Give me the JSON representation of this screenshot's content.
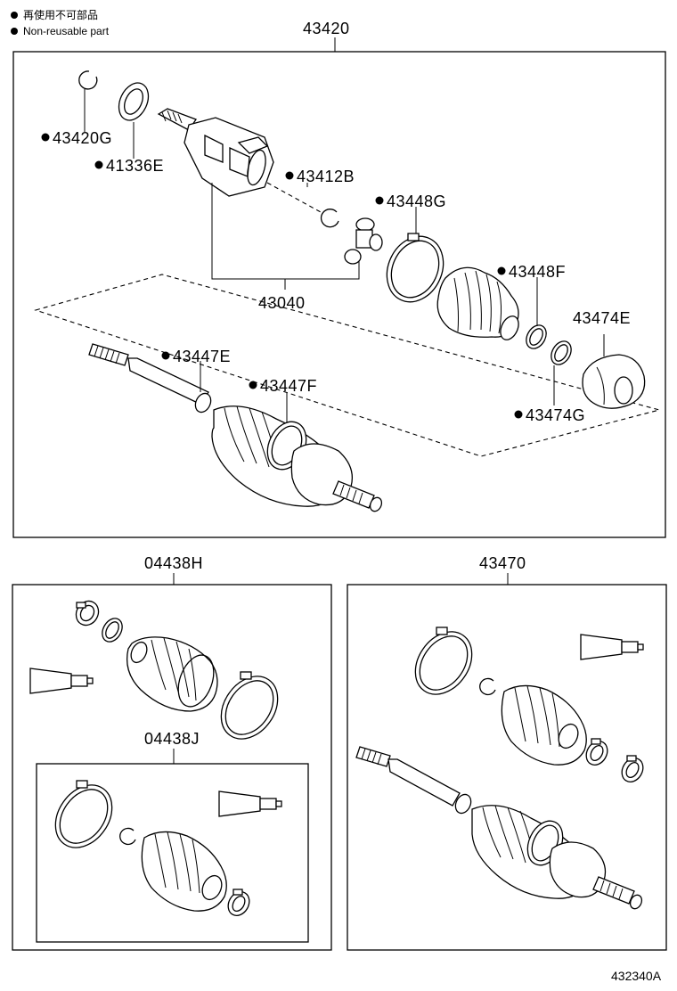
{
  "legend": {
    "line_cn": "再使用不可部品",
    "line_en": "Non-reusable part",
    "bullet_icon": "filled-circle-icon"
  },
  "groups": {
    "top": "43420",
    "bottom_left": "04438H",
    "bottom_left_inner": "04438J",
    "bottom_right": "43470"
  },
  "parts": {
    "p43420G": "43420G",
    "p41336E": "41336E",
    "p43412B": "43412B",
    "p43448G": "43448G",
    "p43040": "43040",
    "p43448F": "43448F",
    "p43474E": "43474E",
    "p43447E": "43447E",
    "p43447F": "43447F",
    "p43474G": "43474G"
  },
  "footer": {
    "diagram_code": "432340A"
  }
}
